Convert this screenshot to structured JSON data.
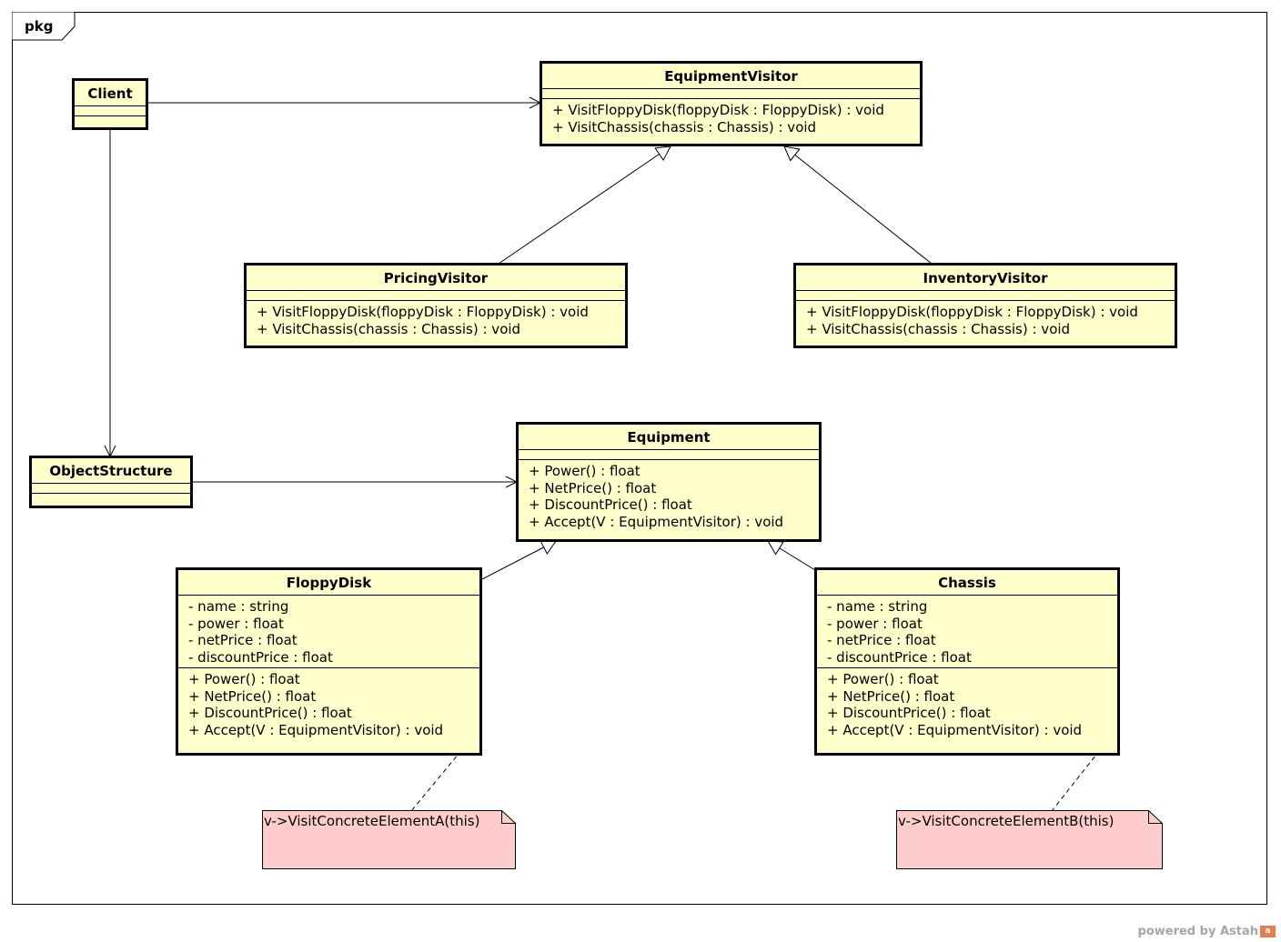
{
  "package": {
    "label": "pkg"
  },
  "classes": {
    "client": {
      "name": "Client",
      "attributes": [],
      "operations": []
    },
    "equipment_visitor": {
      "name": "EquipmentVisitor",
      "attributes": [],
      "operations": [
        "+ VisitFloppyDisk(floppyDisk : FloppyDisk) : void",
        "+ VisitChassis(chassis : Chassis) : void"
      ]
    },
    "pricing_visitor": {
      "name": "PricingVisitor",
      "attributes": [],
      "operations": [
        "+ VisitFloppyDisk(floppyDisk : FloppyDisk) : void",
        "+ VisitChassis(chassis : Chassis) : void"
      ]
    },
    "inventory_visitor": {
      "name": "InventoryVisitor",
      "attributes": [],
      "operations": [
        "+ VisitFloppyDisk(floppyDisk : FloppyDisk) : void",
        "+ VisitChassis(chassis : Chassis) : void"
      ]
    },
    "object_structure": {
      "name": "ObjectStructure",
      "attributes": [],
      "operations": []
    },
    "equipment": {
      "name": "Equipment",
      "attributes": [],
      "operations": [
        "+ Power() : float",
        "+ NetPrice() : float",
        "+ DiscountPrice() : float",
        "+ Accept(V : EquipmentVisitor) : void"
      ]
    },
    "floppy_disk": {
      "name": "FloppyDisk",
      "attributes": [
        "- name : string",
        "- power : float",
        "- netPrice : float",
        "- discountPrice : float"
      ],
      "operations": [
        "+ Power() : float",
        "+ NetPrice() : float",
        "+ DiscountPrice() : float",
        "+ Accept(V : EquipmentVisitor) : void"
      ]
    },
    "chassis": {
      "name": "Chassis",
      "attributes": [
        "- name : string",
        "- power : float",
        "- netPrice : float",
        "- discountPrice : float"
      ],
      "operations": [
        "+ Power() : float",
        "+ NetPrice() : float",
        "+ DiscountPrice() : float",
        "+ Accept(V : EquipmentVisitor) : void"
      ]
    }
  },
  "notes": {
    "note_a": "v->VisitConcreteElementA(this)",
    "note_b": "v->VisitConcreteElementB(this)"
  },
  "footer": {
    "text": "powered by Astah",
    "logo": "a"
  },
  "colors": {
    "class_fill": "#ffffcc",
    "note_fill": "#ffcccc",
    "line": "#000000",
    "footer_text": "#a6a6a6"
  }
}
